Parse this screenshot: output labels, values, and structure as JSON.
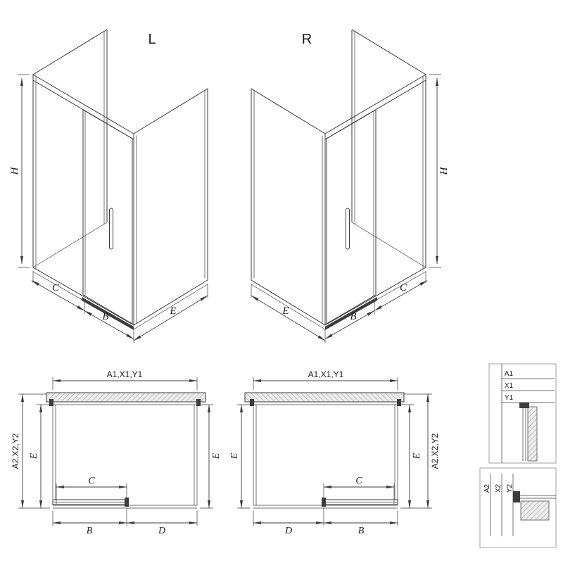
{
  "drawing": {
    "variants": {
      "left": "L",
      "right": "R"
    },
    "dims": {
      "h": "H",
      "c": "C",
      "b": "B",
      "e": "E",
      "d": "D",
      "width_group": "A1,X1,Y1",
      "depth_group": "A2,X2,Y2"
    },
    "detail_width": {
      "a1": "A1",
      "x1": "X1",
      "y1": "Y1"
    },
    "detail_depth": {
      "a2": "A2",
      "x2": "X2",
      "y2": "Y2"
    },
    "colors": {
      "line": "#3c3c3c",
      "hatch_fill": "#ececec",
      "hatch_stroke": "#9a9a9a",
      "background": "#ffffff"
    }
  }
}
